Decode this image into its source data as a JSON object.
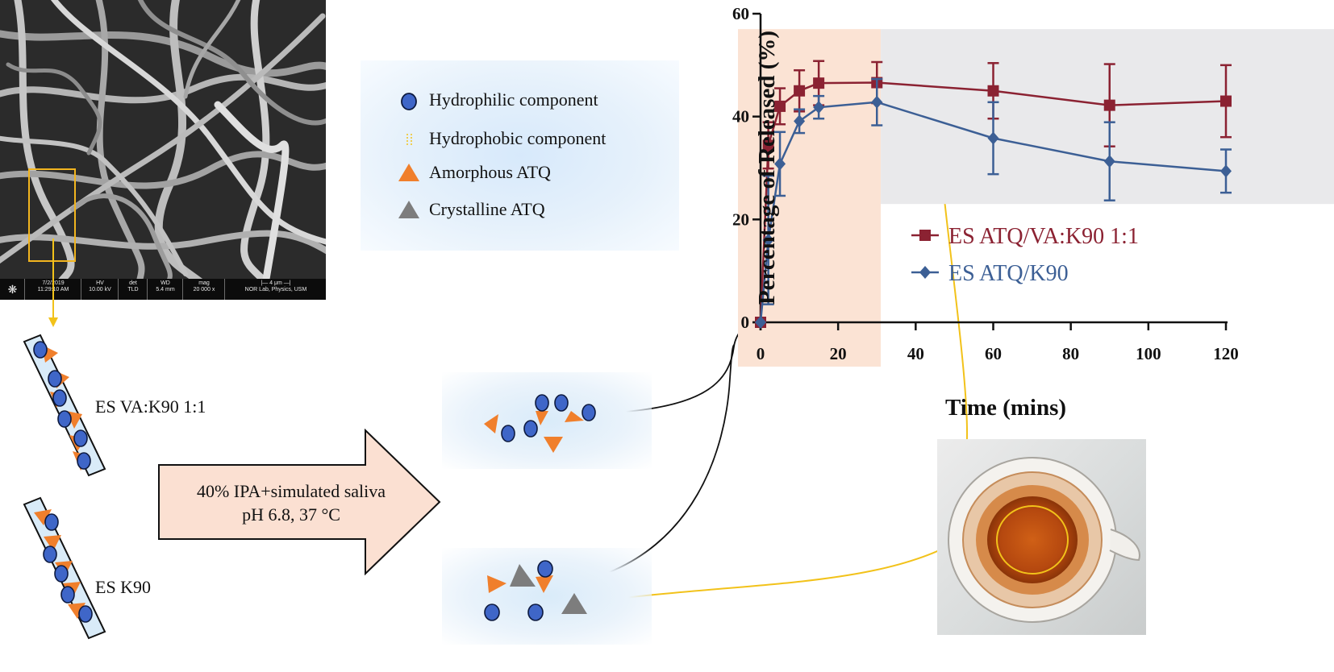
{
  "sem": {
    "date": "7/2/2019",
    "time": "11:29:10 AM",
    "hv_label": "HV",
    "hv_value": "10.00 kV",
    "det_label": "det",
    "det_value": "TLD",
    "wd_label": "WD",
    "wd_value": "5.4 mm",
    "mag_label": "mag",
    "mag_value": "20 000 x",
    "scale_label": "4 μm",
    "lab": "NOR Lab, Physics, USM"
  },
  "legend": {
    "items": [
      {
        "label": "Hydrophilic component",
        "icon": "blue-ellipse"
      },
      {
        "label": "Hydrophobic component",
        "icon": "yellow-dashes"
      },
      {
        "label": "Amorphous ATQ",
        "icon": "orange-triangle"
      },
      {
        "label": "Crystalline ATQ",
        "icon": "grey-triangle"
      }
    ]
  },
  "fibers": {
    "va_k90_label": "ES VA:K90 1:1",
    "k90_label": "ES K90"
  },
  "process": {
    "line1": "40% IPA+simulated saliva",
    "line2": "pH 6.8, 37 °C"
  },
  "colors": {
    "va_k90_series": "#8b2232",
    "k90_series": "#3c5f95",
    "early_phase_shade": "#fbe3d4",
    "late_phase_shade": "#e9e9eb",
    "orange_triangle": "#f07f2c",
    "grey_triangle": "#7d7d7d",
    "blue_particle": "#3f66c8",
    "callout_yellow": "#f2c21a",
    "process_arrow_fill": "#fbe0d2"
  },
  "chart_data": {
    "type": "line",
    "xlabel": "Time (mins)",
    "ylabel": "Percentage of Released (%)",
    "xlim": [
      0,
      120
    ],
    "ylim": [
      0,
      60
    ],
    "x_ticks": [
      0,
      20,
      40,
      60,
      80,
      100,
      120
    ],
    "y_ticks": [
      0,
      20,
      40,
      60
    ],
    "legend_position": "center-right",
    "shaded_regions": [
      {
        "x": [
          0,
          31
        ],
        "y": [
          0,
          57
        ],
        "color": "#fbe3d4"
      },
      {
        "x": [
          31,
          122
        ],
        "y": [
          23,
          57
        ],
        "color": "#e9e9eb"
      }
    ],
    "series": [
      {
        "name": "ES ATQ/VA:K90 1:1",
        "marker": "square",
        "color": "#8b2232",
        "x": [
          0,
          2,
          5,
          10,
          15,
          30,
          60,
          90,
          120
        ],
        "y": [
          0,
          34.4,
          42,
          45,
          46.5,
          46.6,
          45,
          42.2,
          43
        ],
        "err": [
          0,
          4.5,
          3.5,
          4,
          4.3,
          4,
          5.4,
          8,
          7
        ]
      },
      {
        "name": "ES ATQ/K90",
        "marker": "diamond",
        "color": "#3c5f95",
        "x": [
          0,
          2,
          5,
          10,
          15,
          30,
          60,
          90,
          120
        ],
        "y": [
          0,
          16,
          30.8,
          39.1,
          41.8,
          42.8,
          35.8,
          31.3,
          29.4
        ],
        "err": [
          0,
          12.5,
          6.2,
          2.3,
          2.2,
          4.5,
          7,
          7.6,
          4.2
        ]
      }
    ]
  }
}
